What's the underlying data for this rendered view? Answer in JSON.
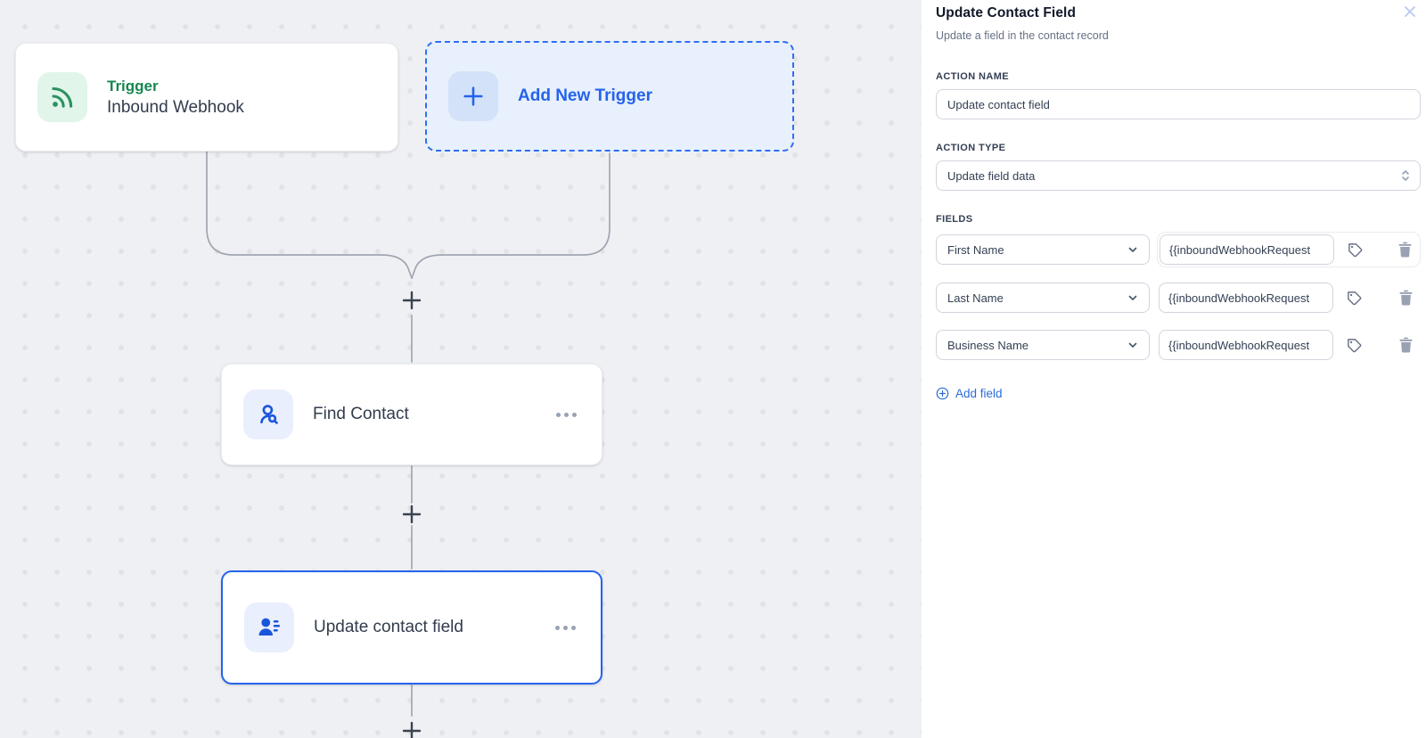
{
  "canvas": {
    "trigger": {
      "category": "Trigger",
      "title": "Inbound Webhook",
      "icon": "rss-icon"
    },
    "add_trigger": {
      "label": "Add New Trigger",
      "icon": "plus-icon"
    },
    "find_contact": {
      "title": "Find Contact",
      "icon": "user-search-icon",
      "menu_icon": "more-menu-icon"
    },
    "update_contact": {
      "title": "Update contact field",
      "icon": "contact-details-icon",
      "menu_icon": "more-menu-icon",
      "selected": true
    },
    "plus_connector_icon": "plus-icon"
  },
  "panel": {
    "title": "Update Contact Field",
    "subtitle": "Update a field in the contact record",
    "close_icon": "close-icon",
    "action_name": {
      "label": "ACTION NAME",
      "value": "Update contact field"
    },
    "action_type": {
      "label": "ACTION TYPE",
      "value": "Update field data",
      "icon": "chevron-up-down-icon"
    },
    "fields": {
      "label": "FIELDS",
      "rows": [
        {
          "field": "First Name",
          "value": "{{inboundWebhookRequest",
          "icons": [
            "chevron-down-icon",
            "tag-icon",
            "trash-icon"
          ]
        },
        {
          "field": "Last Name",
          "value": "{{inboundWebhookRequest",
          "icons": [
            "chevron-down-icon",
            "tag-icon",
            "trash-icon"
          ]
        },
        {
          "field": "Business Name",
          "value": "{{inboundWebhookRequest",
          "icons": [
            "chevron-down-icon",
            "tag-icon",
            "trash-icon"
          ]
        }
      ],
      "add_label": "Add field",
      "add_icon": "plus-circle-icon"
    }
  },
  "colors": {
    "canvas_bg": "#eef0f3",
    "canvas_dots": "#e0e2e5",
    "trigger_green": "#17874f",
    "icon_green": "#2b9161",
    "accent_blue": "#2563eb",
    "icon_blue": "#1a56db",
    "ghost_bg": "#e7f0fc",
    "connector_gray": "#a0a6b1",
    "node_text": "#323c4d",
    "label_dark": "#344054",
    "subtitle_gray": "#667085",
    "border_gray": "#d0d5dd",
    "trash_gray": "#98a2b3",
    "add_field_blue": "#2b6cd4",
    "close_x_blue": "#b9c9f0"
  }
}
